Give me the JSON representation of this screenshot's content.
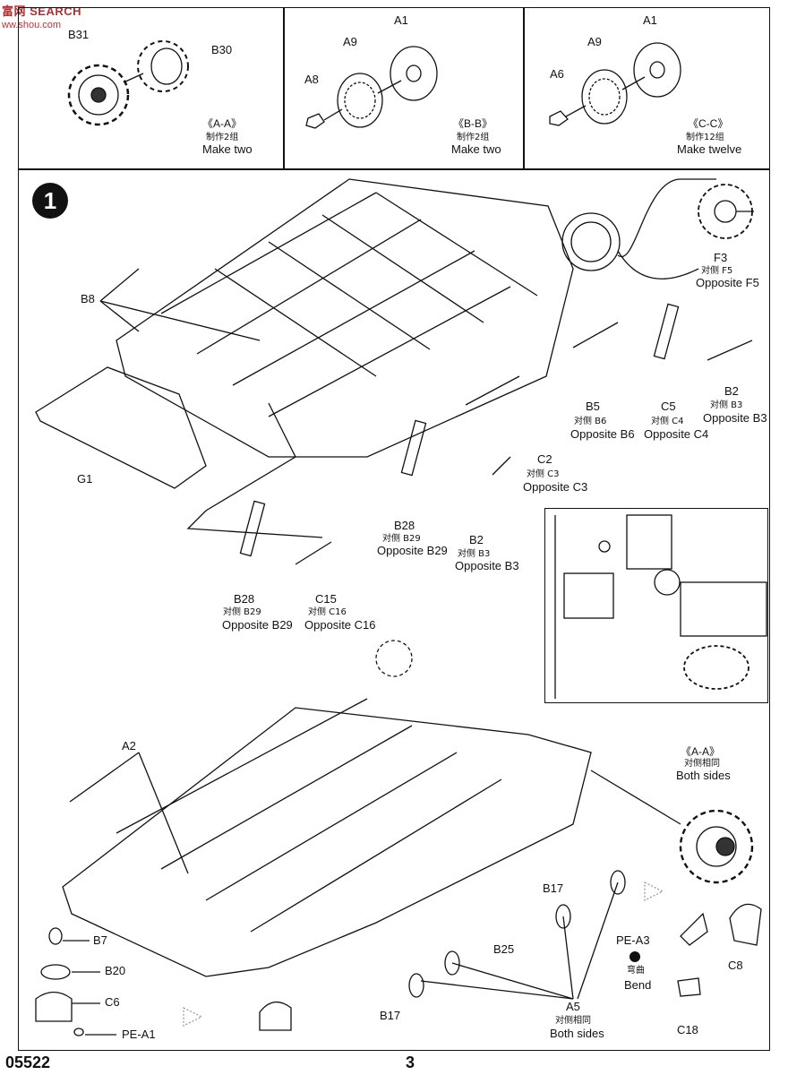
{
  "watermark": {
    "line1": "富网 SEARCH",
    "line2": "ww.shou.com"
  },
  "top_panels": [
    {
      "parts": [
        "B31",
        "B30"
      ],
      "section": "《A-A》",
      "cn": "制作2组",
      "en": "Make two"
    },
    {
      "parts": [
        "A9",
        "A1",
        "A8"
      ],
      "section": "《B-B》",
      "cn": "制作2组",
      "en": "Make two"
    },
    {
      "parts": [
        "A9",
        "A1",
        "A6"
      ],
      "section": "《C-C》",
      "cn": "制作12组",
      "en": "Make twelve"
    }
  ],
  "step": {
    "number": "1"
  },
  "callouts": {
    "b8": "B8",
    "g1": "G1",
    "f3": {
      "part": "F3",
      "cn": "对侧 F5",
      "en": "Opposite F5"
    },
    "b5": {
      "part": "B5",
      "cn": "对侧 B6",
      "en": "Opposite B6"
    },
    "c5": {
      "part": "C5",
      "cn": "对侧 C4",
      "en": "Opposite C4"
    },
    "b2a": {
      "part": "B2",
      "cn": "对侧 B3",
      "en": "Opposite B3"
    },
    "c2": {
      "part": "C2",
      "cn": "对侧 C3",
      "en": "Opposite C3"
    },
    "b28a": {
      "part": "B28",
      "cn": "对侧 B29",
      "en": "Opposite B29"
    },
    "b2b": {
      "part": "B2",
      "cn": "对侧 B3",
      "en": "Opposite B3"
    },
    "b28b": {
      "part": "B28",
      "cn": "对侧 B29",
      "en": "Opposite B29"
    },
    "c15": {
      "part": "C15",
      "cn": "对侧 C16",
      "en": "Opposite C16"
    }
  },
  "lower": {
    "a2": "A2",
    "aa": {
      "section": "《A-A》",
      "cn": "对侧相同",
      "en": "Both sides"
    },
    "b17a": "B17",
    "b25": "B25",
    "b17b": "B17",
    "a5": {
      "part": "A5",
      "cn": "对侧相同",
      "en": "Both sides"
    },
    "b7": "B7",
    "b20": "B20",
    "c6": "C6",
    "pea1": "PE-A1",
    "pea3": "PE-A3",
    "bend": {
      "cn": "弯曲",
      "en": "Bend"
    },
    "c8": "C8",
    "c18": "C18"
  },
  "footer": {
    "code": "05522",
    "page": "3"
  }
}
